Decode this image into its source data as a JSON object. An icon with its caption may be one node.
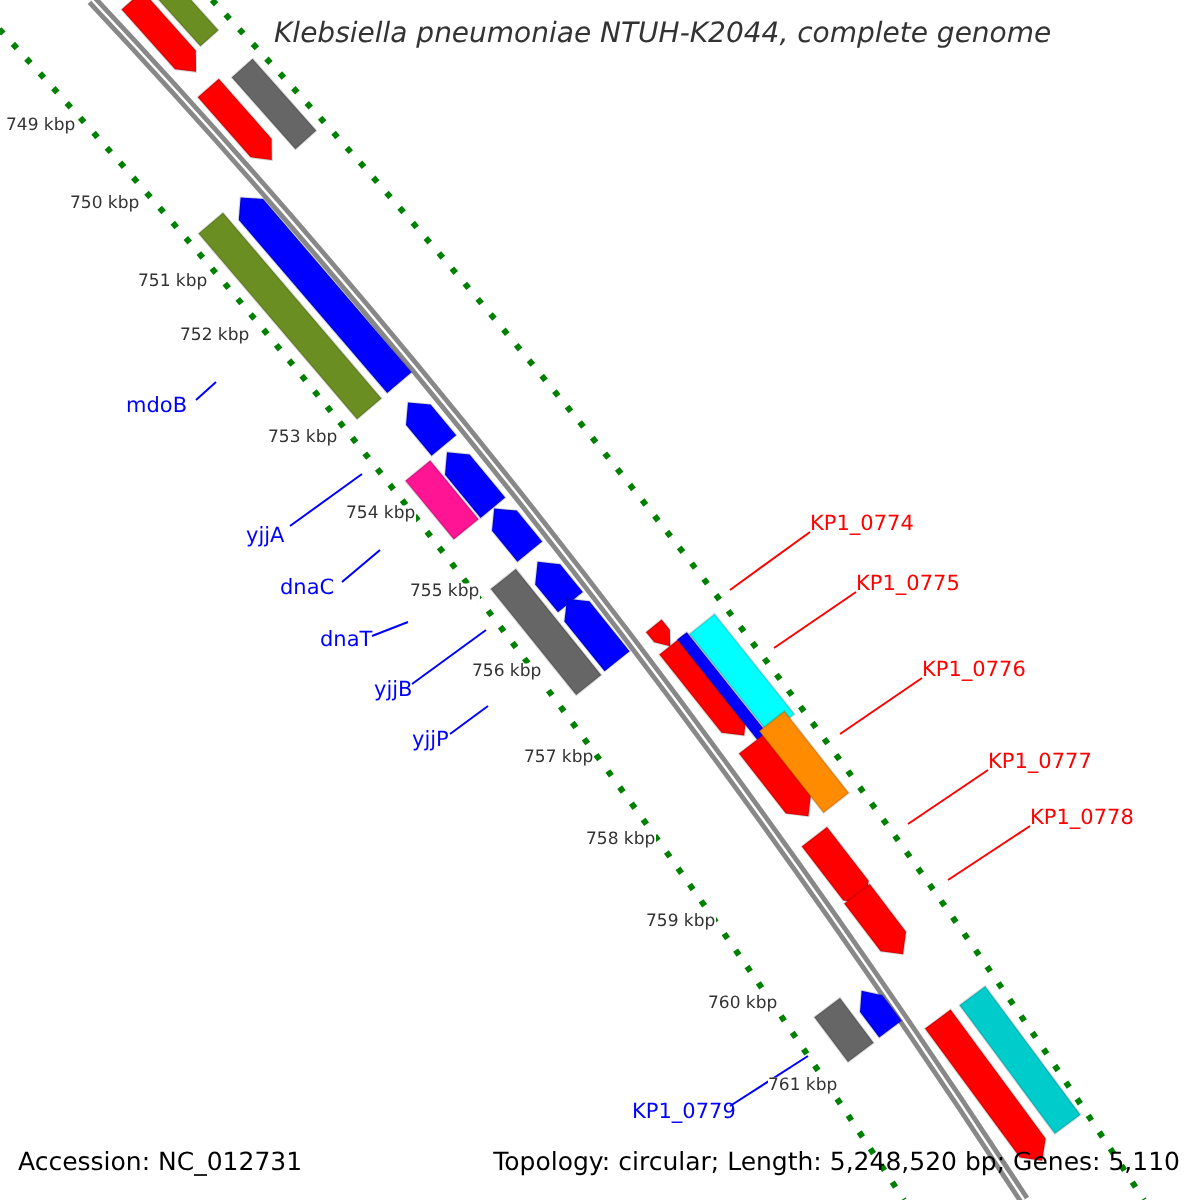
{
  "diagram": {
    "title": "Klebsiella pneumoniae NTUH-K2044, complete genome",
    "nodes": [
      {
        "text": [
          "mdoB"
        ]
      },
      {
        "text": [
          "yjjA"
        ]
      },
      {
        "text": [
          "dnaC"
        ]
      },
      {
        "text": [
          "dnaT"
        ]
      },
      {
        "text": [
          "yjjB"
        ]
      },
      {
        "text": [
          "yjjP"
        ]
      },
      {
        "text": [
          "KP1_0774"
        ]
      },
      {
        "text": [
          "KP1_0775"
        ]
      },
      {
        "text": [
          "KP1_0776"
        ]
      },
      {
        "text": [
          "KP1_0777"
        ]
      },
      {
        "text": [
          "KP1_0778"
        ]
      },
      {
        "text": [
          "KP1_0779"
        ]
      }
    ],
    "edges": [
      {
        "from": 0,
        "to": null,
        "arrow": "none"
      },
      {
        "from": 1,
        "to": null,
        "arrow": "none"
      },
      {
        "from": 2,
        "to": null,
        "arrow": "none"
      },
      {
        "from": 3,
        "to": null,
        "arrow": "none"
      },
      {
        "from": 4,
        "to": null,
        "arrow": "none"
      },
      {
        "from": 5,
        "to": null,
        "arrow": "none"
      },
      {
        "from": 6,
        "to": null,
        "arrow": "none",
        "color": "#ff0000"
      },
      {
        "from": 7,
        "to": null,
        "arrow": "none",
        "color": "#ff0000"
      },
      {
        "from": 8,
        "to": null,
        "arrow": "none",
        "color": "#ff0000"
      },
      {
        "from": 9,
        "to": null,
        "arrow": "none",
        "color": "#ff0000"
      },
      {
        "from": 10,
        "to": null,
        "arrow": "none",
        "color": "#ff0000"
      },
      {
        "from": 11,
        "to": null,
        "arrow": "none"
      }
    ],
    "labels": [
      "749 kbp",
      "750 kbp",
      "751 kbp",
      "752 kbp",
      "753 kbp",
      "754 kbp",
      "755 kbp",
      "756 kbp",
      "757 kbp",
      "758 kbp",
      "759 kbp",
      "760 kbp",
      "761 kbp",
      "Accession: NC_012731",
      "Topology: circular; Length: 5,248,520 bp; Genes: 5,110"
    ]
  }
}
